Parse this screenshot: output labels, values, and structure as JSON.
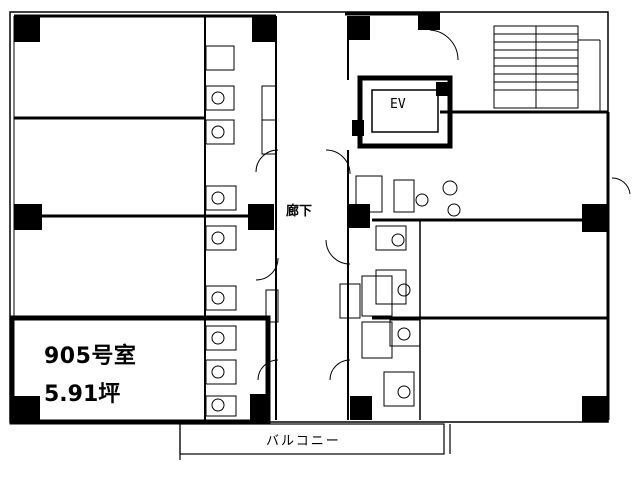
{
  "unit": {
    "number": "905号室",
    "area": "5.91坪"
  },
  "labels": {
    "elevator": "EV",
    "corridor": "廊下",
    "balcony": "バルコニー"
  },
  "colors": {
    "wall": "#000000",
    "line": "#222222",
    "background": "#ffffff"
  }
}
